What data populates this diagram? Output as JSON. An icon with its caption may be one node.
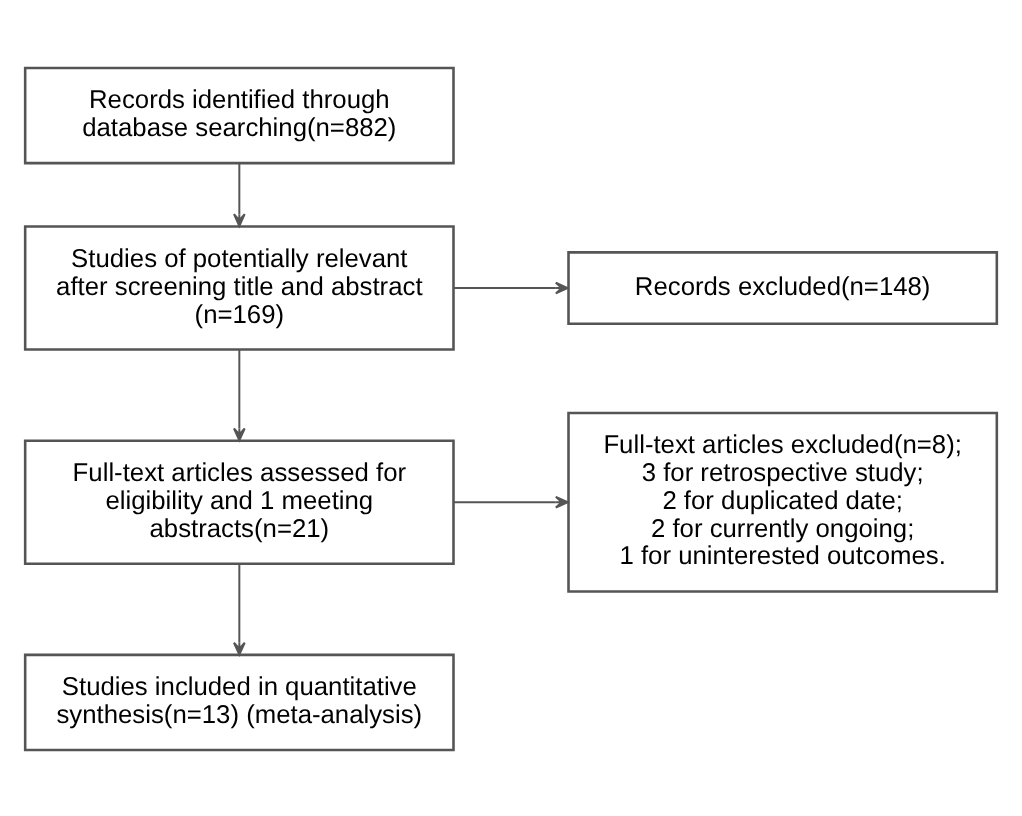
{
  "diagram": {
    "nodes": [
      {
        "text": [
          "Records identified through database searching(n=882)"
        ]
      },
      {
        "text": [
          "Studies of potentially relevant after screening title and abstract (n=169)"
        ]
      },
      {
        "text": [
          "Records excluded(n=148)"
        ]
      },
      {
        "text": [
          "Full-text articles assessed for eligibility and 1 meeting abstracts(n=21)"
        ]
      },
      {
        "text": [
          "Full-text articles excluded(n=8);",
          "3 for retrospective study;",
          "2 for duplicated date;",
          "2 for currently ongoing;",
          "1 for uninterested outcomes."
        ]
      },
      {
        "text": [
          "Studies included in quantitative synthesis(n=13) (meta-analysis)"
        ]
      }
    ],
    "edges": [
      {
        "from": 0,
        "to": 1,
        "arrow": "to"
      },
      {
        "from": 1,
        "to": 2,
        "arrow": "to"
      },
      {
        "from": 1,
        "to": 3,
        "arrow": "to"
      },
      {
        "from": 3,
        "to": 4,
        "arrow": "to"
      },
      {
        "from": 3,
        "to": 5,
        "arrow": "to"
      }
    ]
  }
}
